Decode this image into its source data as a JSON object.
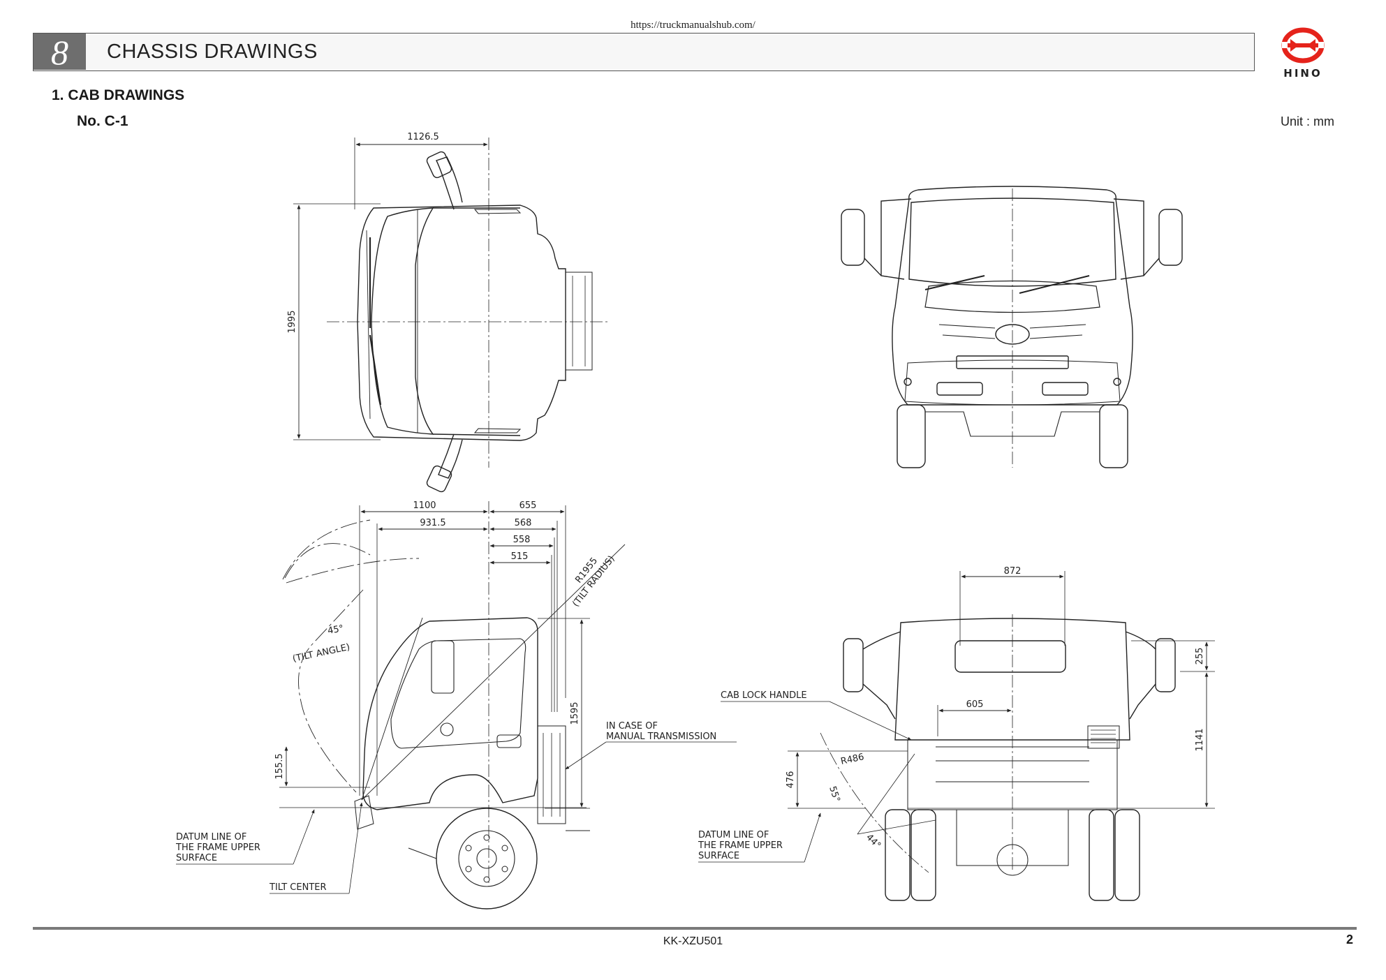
{
  "source_url": "https://truckmanualshub.com/",
  "header": {
    "chapter_number": "8",
    "chapter_title": "CHASSIS DRAWINGS",
    "logo_text": "HINO"
  },
  "section": {
    "title": "1. CAB DRAWINGS",
    "drawing_no": "No. C-1",
    "unit": "Unit : mm"
  },
  "dimensions": {
    "top_width": "1126.5",
    "top_length": "1995",
    "side_1100": "1100",
    "side_655": "655",
    "side_931_5": "931.5",
    "side_568": "568",
    "side_558": "558",
    "side_515": "515",
    "side_1595": "1595",
    "side_155_5": "155.5",
    "rear_872": "872",
    "rear_605": "605",
    "rear_255": "255",
    "rear_1141": "1141",
    "rear_476": "476"
  },
  "annotations": {
    "tilt_radius_1": "R1955",
    "tilt_radius_2": "(TILT RADIUS)",
    "tilt_angle_value": "45°",
    "tilt_angle_label": "(TILT ANGLE)",
    "manual_trans_1": "IN CASE OF",
    "manual_trans_2": "MANUAL TRANSMISSION",
    "datum_side_1": "DATUM LINE OF",
    "datum_side_2": "THE FRAME UPPER",
    "datum_side_3": "SURFACE",
    "tilt_center": "TILT CENTER",
    "cab_lock_handle": "CAB LOCK HANDLE",
    "radius_486": "R486",
    "angle_55": "55°",
    "angle_44": "44°",
    "datum_rear_1": "DATUM LINE OF",
    "datum_rear_2": "THE FRAME UPPER",
    "datum_rear_3": "SURFACE"
  },
  "footer": {
    "model": "KK-XZU501",
    "page": "2"
  }
}
